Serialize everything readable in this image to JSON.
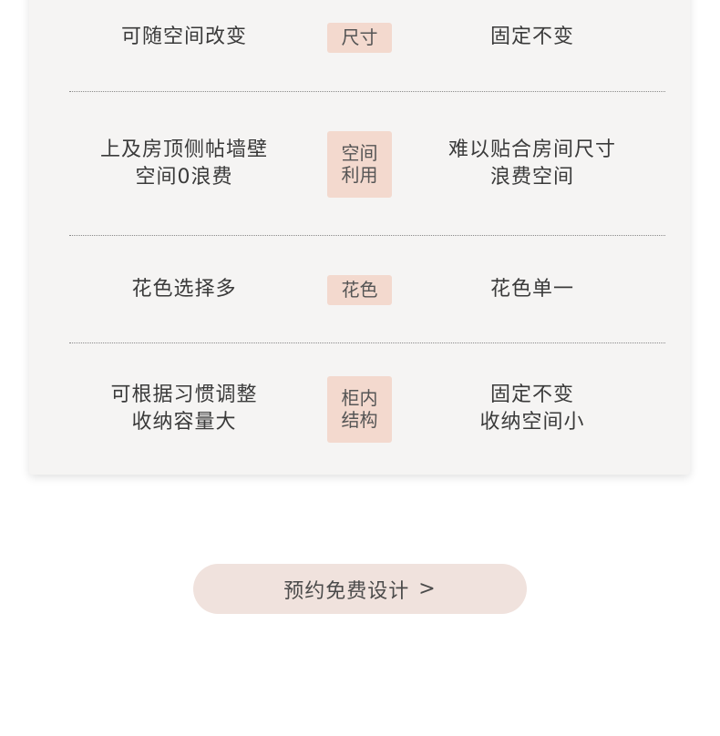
{
  "comparison": {
    "rows": [
      {
        "left": [
          "可随空间改变"
        ],
        "tag": [
          "尺寸"
        ],
        "right": [
          "固定不变"
        ]
      },
      {
        "left": [
          "上及房顶侧帖墙壁",
          "空间0浪费"
        ],
        "tag": [
          "空间",
          "利用"
        ],
        "right": [
          "难以贴合房间尺寸",
          "浪费空间"
        ]
      },
      {
        "left": [
          "花色选择多"
        ],
        "tag": [
          "花色"
        ],
        "right": [
          "花色单一"
        ]
      },
      {
        "left": [
          "可根据习惯调整",
          "收纳容量大"
        ],
        "tag": [
          "柜内",
          "结构"
        ],
        "right": [
          "固定不变",
          "收纳空间小"
        ]
      }
    ]
  },
  "cta": {
    "label": "预约免费设计",
    "chevron": ">"
  },
  "colors": {
    "card_bg": "#f5f4f3",
    "tag_bg": "#f3d9ce",
    "cta_bg": "#f0e2dd",
    "text": "#3a3a3a"
  }
}
